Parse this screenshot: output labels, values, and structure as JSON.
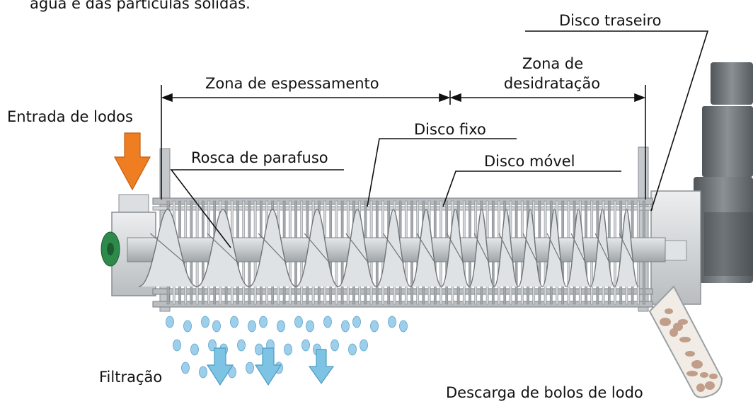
{
  "caption_fragment": "água e das partículas sólidas.",
  "labels": {
    "rear_disc": "Disco traseiro",
    "dewatering_zone_line1": "Zona de",
    "dewatering_zone_line2": "desidratação",
    "thickening_zone": "Zona de espessamento",
    "sludge_inlet": "Entrada de lodos",
    "fixed_disc": "Disco fixo",
    "screw_thread": "Rosca de parafuso",
    "moving_disc": "Disco móvel",
    "filtration": "Filtração",
    "cake_discharge": "Descarga de bolos de lodo"
  },
  "colors": {
    "inlet_arrow": "#ef7d22",
    "filtrate_arrow": "#7cc3e4",
    "water_drops": "#9ecfea",
    "machine_body": "#cfd3d6",
    "motor": "#6e7478",
    "flange_green": "#2e8a4a"
  },
  "icons": {
    "inlet": "down-arrow-orange-icon",
    "filtrate": "down-arrow-blue-icon"
  }
}
